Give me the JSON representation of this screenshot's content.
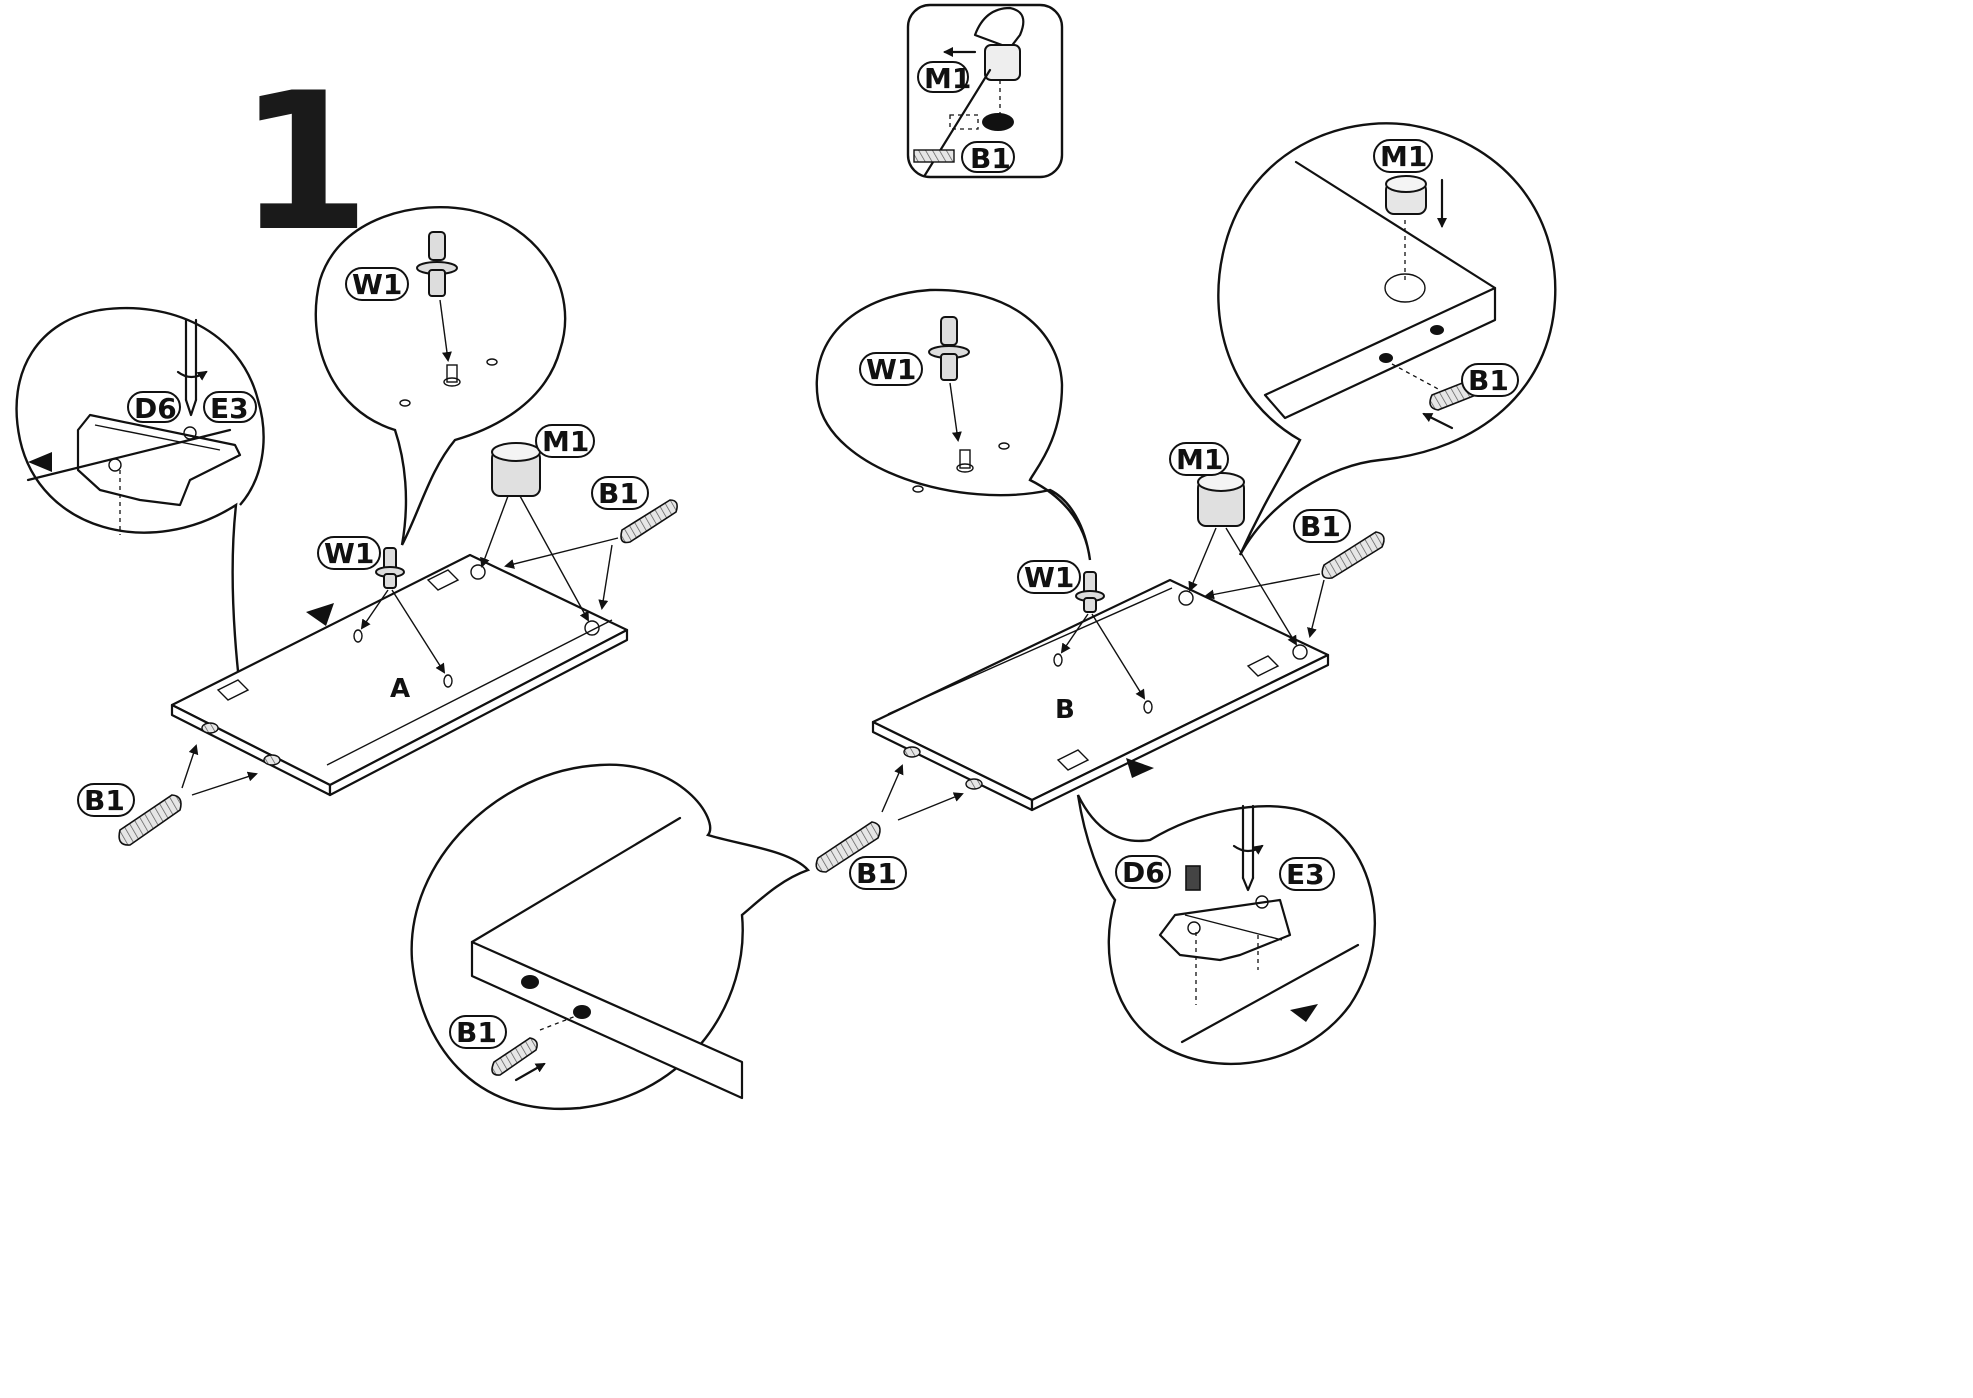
{
  "step": {
    "number": "1"
  },
  "panels": {
    "a": "A",
    "b": "B"
  },
  "labels": {
    "w1": "W1",
    "m1": "M1",
    "b1": "B1",
    "d6": "D6",
    "e3": "E3"
  },
  "icons": [
    "finger-icon",
    "screwdriver-icon",
    "rotation-arrow-icon",
    "direction-arrow-icon"
  ]
}
